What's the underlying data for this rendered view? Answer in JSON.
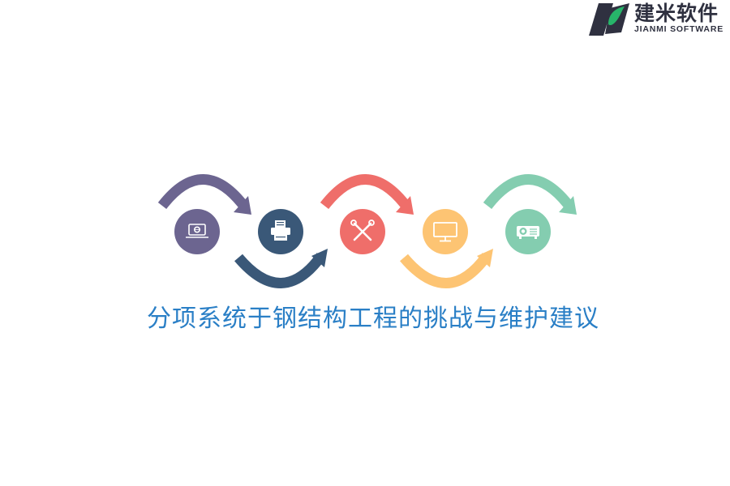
{
  "brand": {
    "name_cn": "建米软件",
    "name_en": "JIANMI SOFTWARE",
    "colors": {
      "dark": "#2f3140",
      "green": "#27b56a"
    }
  },
  "steps": [
    {
      "icon": "laptop-icon",
      "color": "#6c6590"
    },
    {
      "icon": "printer-icon",
      "color": "#3a5878"
    },
    {
      "icon": "tools-icon",
      "color": "#ef6e6a"
    },
    {
      "icon": "monitor-icon",
      "color": "#fdc473"
    },
    {
      "icon": "projector-icon",
      "color": "#84cdb0"
    }
  ],
  "title": "分项系统于钢结构工程的挑战与维护建议",
  "title_color": "#2a7fc6"
}
